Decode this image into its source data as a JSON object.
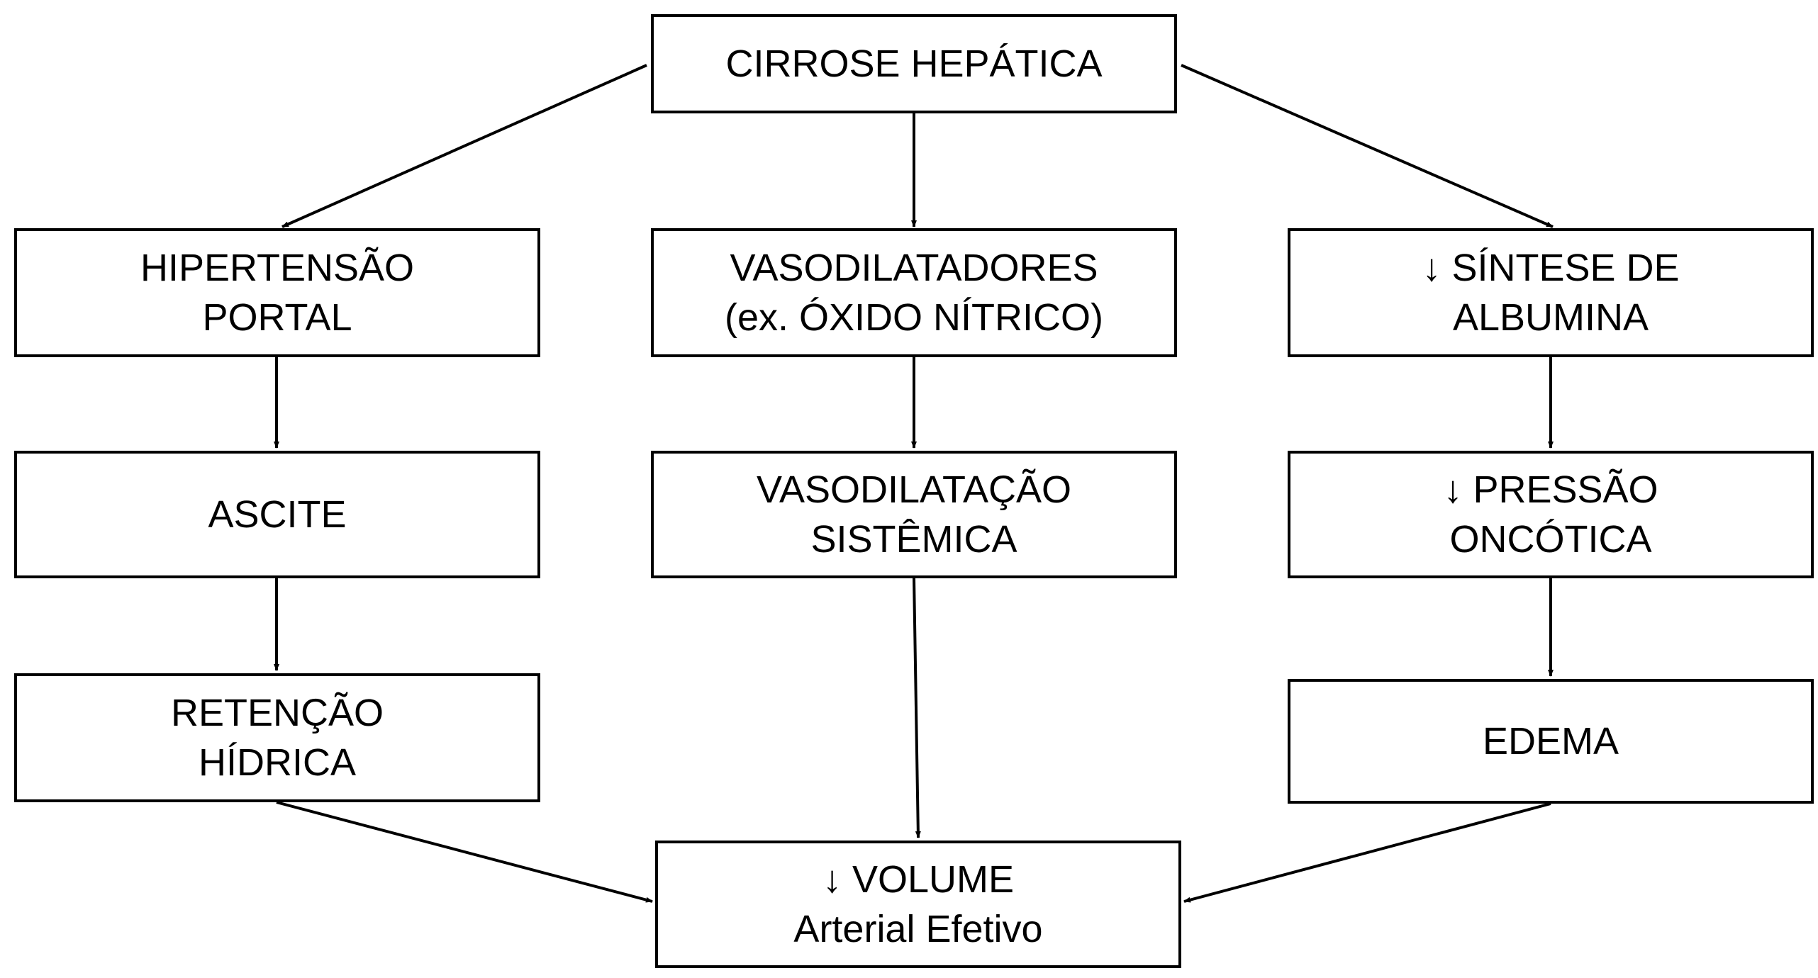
{
  "diagram": {
    "nodes": {
      "cirrose": {
        "lines": [
          "CIRROSE HEPÁTICA"
        ]
      },
      "hipertensao": {
        "lines": [
          "HIPERTENSÃO",
          "PORTAL"
        ]
      },
      "vasodilatadores": {
        "lines": [
          "VASODILATADORES",
          "(ex. ÓXIDO NÍTRICO)"
        ]
      },
      "sintese": {
        "lines": [
          "↓ SÍNTESE DE",
          "ALBUMINA"
        ]
      },
      "ascite": {
        "lines": [
          "ASCITE"
        ]
      },
      "vasodilatacao": {
        "lines": [
          "VASODILATAÇÃO",
          "SISTÊMICA"
        ]
      },
      "pressao": {
        "lines": [
          "↓ PRESSÃO",
          "ONCÓTICA"
        ]
      },
      "retencao": {
        "lines": [
          "RETENÇÃO",
          "HÍDRICA"
        ]
      },
      "edema": {
        "lines": [
          "EDEMA"
        ]
      },
      "volume": {
        "lines": [
          "↓ VOLUME",
          "Arterial Efetivo"
        ]
      }
    },
    "edges": [
      {
        "from": "cirrose",
        "to": "hipertensao"
      },
      {
        "from": "cirrose",
        "to": "vasodilatadores"
      },
      {
        "from": "cirrose",
        "to": "sintese"
      },
      {
        "from": "hipertensao",
        "to": "ascite"
      },
      {
        "from": "ascite",
        "to": "retencao"
      },
      {
        "from": "vasodilatadores",
        "to": "vasodilatacao"
      },
      {
        "from": "vasodilatacao",
        "to": "volume"
      },
      {
        "from": "sintese",
        "to": "pressao"
      },
      {
        "from": "pressao",
        "to": "edema"
      },
      {
        "from": "retencao",
        "to": "volume"
      },
      {
        "from": "edema",
        "to": "volume"
      }
    ],
    "colors": {
      "stroke": "#000000",
      "text": "#000000",
      "background": "#ffffff"
    }
  }
}
